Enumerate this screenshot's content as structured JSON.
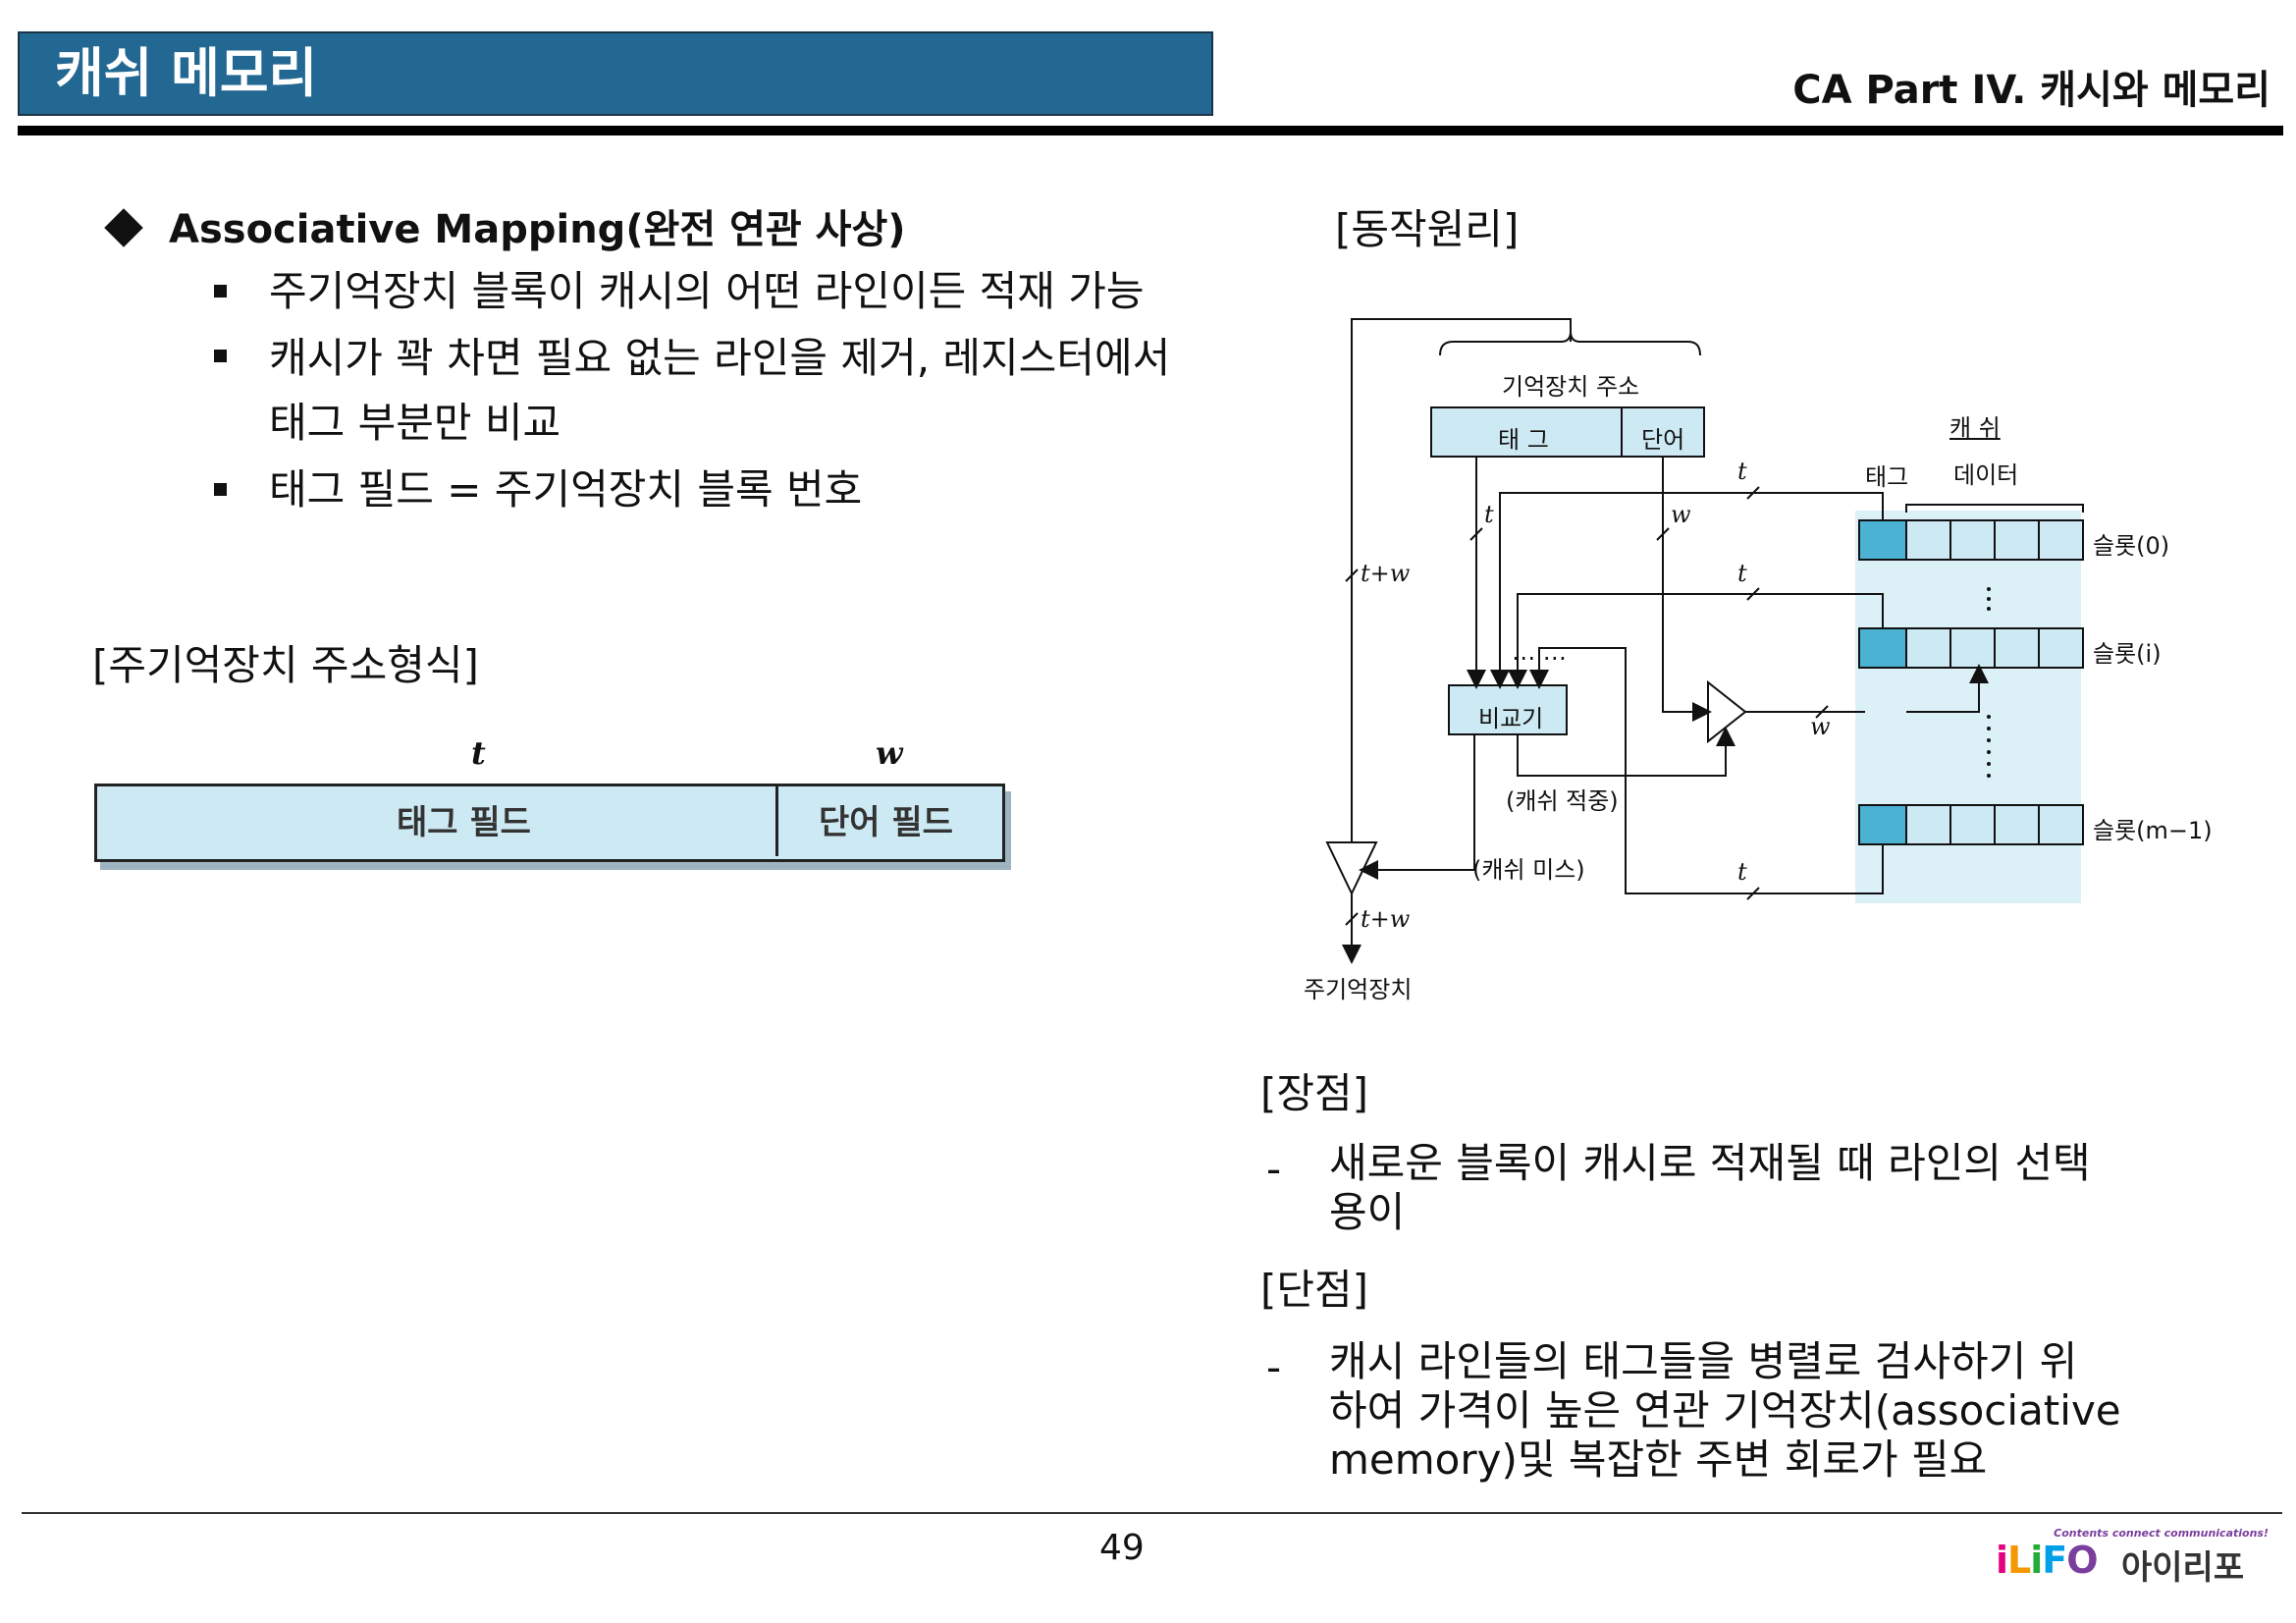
{
  "header": {
    "title": "캐쉬 메모리",
    "subtitle": "CA Part IV. 캐시와 메모리"
  },
  "content": {
    "heading": "Associative Mapping(완전 연관 사상)",
    "bullets": [
      "주기억장치 블록이 캐시의 어떤 라인이든 적재 가능",
      "캐시가 꽉 차면 필요 없는 라인을 제거, 레지스터에서",
      "태그 부분만 비교",
      "태그 필드 = 주기억장치 블록 번호"
    ],
    "address_format_label": "[주기억장치 주소형식]",
    "field": {
      "t_label": "t",
      "w_label": "w",
      "tag_field": "태그 필드",
      "word_field": "단어 필드"
    }
  },
  "diagram": {
    "section_label": "[동작원리]",
    "address_label": "기억장치 주소",
    "tag": "태 그",
    "word": "단어",
    "cache_label": "캐 쉬",
    "cache_tag_label": "태그",
    "data_label": "데이터",
    "slot0": "슬롯(0)",
    "sloti": "슬롯(i)",
    "slotm": "슬롯(m−1)",
    "comparator": "비교기",
    "hit": "(캐쉬 적중)",
    "miss": "(캐쉬 미스)",
    "t": "t",
    "w": "w",
    "t_plus_w": "t+w",
    "dots_h": "⋯ ⋯",
    "main_memory": "주기억장치"
  },
  "pros_cons": {
    "pros_label": "[장점]",
    "pros_text_1": "새로운 블록이 캐시로 적재될 때 라인의 선택",
    "pros_text_2": "용이",
    "cons_label": "[단점]",
    "cons_text_1": "캐시 라인들의 태그들을 병렬로 검사하기 위",
    "cons_text_2": "하여 가격이 높은 연관 기억장치(associative",
    "cons_text_3": "memory)및 복잡한 주변 회로가 필요",
    "dash": "-"
  },
  "footer": {
    "page_number": "49",
    "logo_text": "아이리포",
    "logo_mark": "iLiFO",
    "logo_tagline": "Contents connect communications!"
  },
  "colors": {
    "title_bg": "#236893",
    "cell_fill": "#cde9f3",
    "cell_dark": "#4bb2d3",
    "cache_band": "#dcf0f8"
  }
}
